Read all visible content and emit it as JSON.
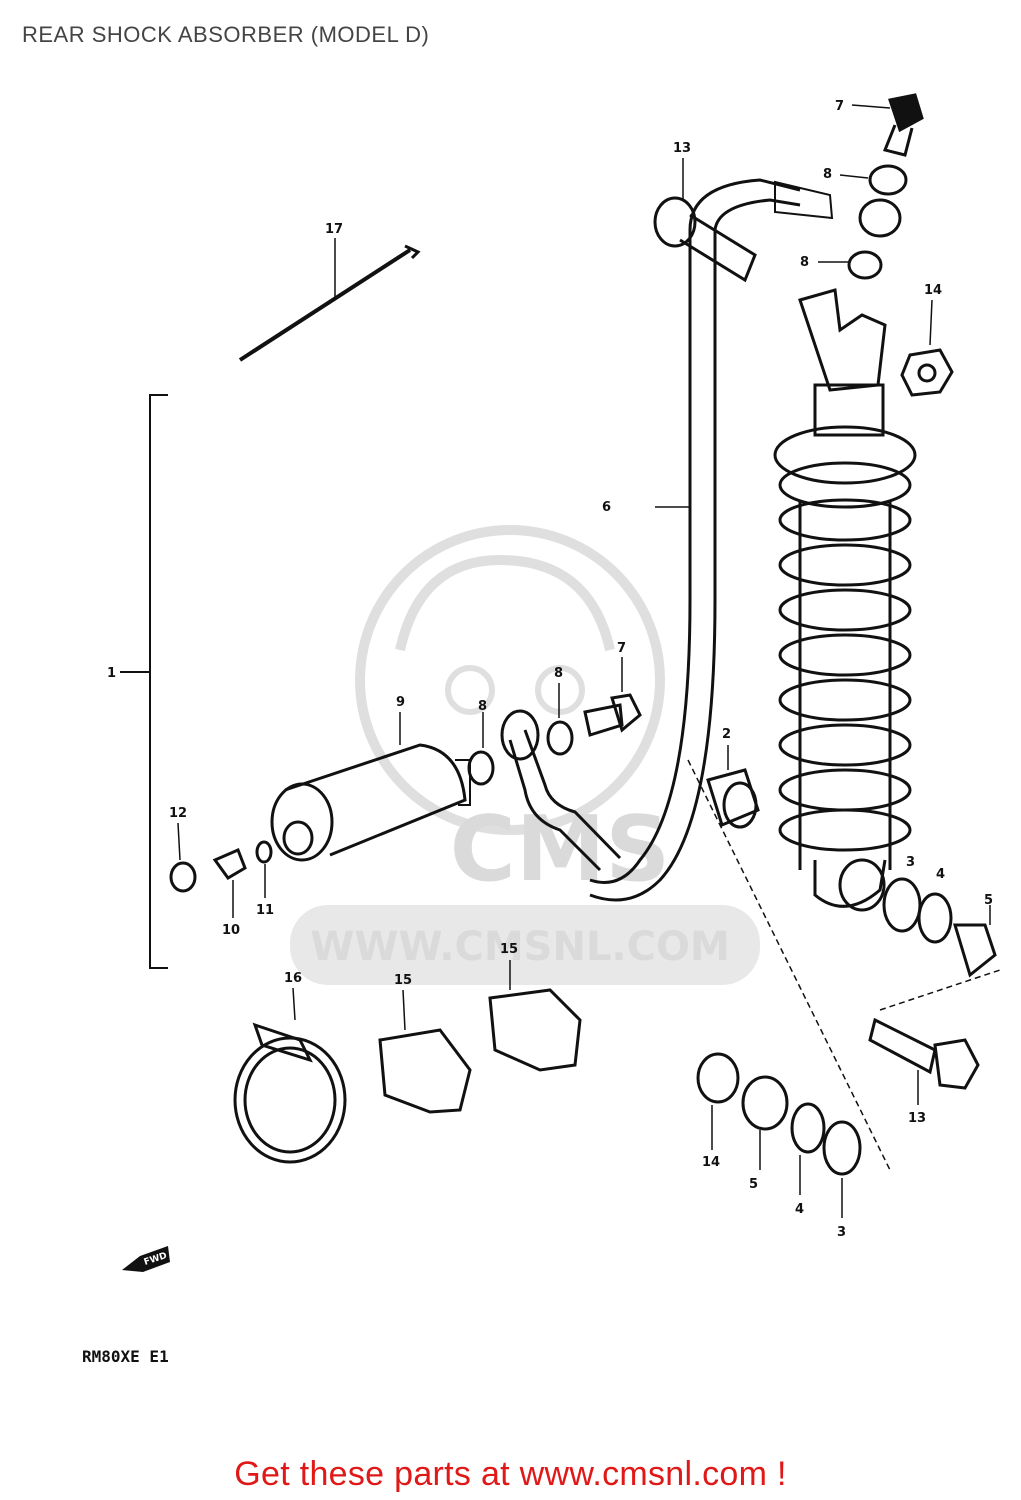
{
  "page": {
    "title": "REAR SHOCK ABSORBER (MODEL D)",
    "footer_link": "Get these parts at www.cmsnl.com !"
  },
  "diagram": {
    "drawing_code": "RM80XE E1",
    "direction_marker": "FWD",
    "watermark": "WWW.CMSNL.COM",
    "callouts": [
      {
        "id": "c7a",
        "text": "7"
      },
      {
        "id": "c13a",
        "text": "13"
      },
      {
        "id": "c8a",
        "text": "8"
      },
      {
        "id": "c8b",
        "text": "8"
      },
      {
        "id": "c17",
        "text": "17"
      },
      {
        "id": "c14a",
        "text": "14"
      },
      {
        "id": "c6",
        "text": "6"
      },
      {
        "id": "c1",
        "text": "1"
      },
      {
        "id": "c9",
        "text": "9"
      },
      {
        "id": "c8c",
        "text": "8"
      },
      {
        "id": "c8d",
        "text": "8"
      },
      {
        "id": "c7b",
        "text": "7"
      },
      {
        "id": "c2",
        "text": "2"
      },
      {
        "id": "c12",
        "text": "12"
      },
      {
        "id": "c10",
        "text": "10"
      },
      {
        "id": "c11",
        "text": "11"
      },
      {
        "id": "c3a",
        "text": "3"
      },
      {
        "id": "c4a",
        "text": "4"
      },
      {
        "id": "c5a",
        "text": "5"
      },
      {
        "id": "c16",
        "text": "16"
      },
      {
        "id": "c15a",
        "text": "15"
      },
      {
        "id": "c15b",
        "text": "15"
      },
      {
        "id": "c13b",
        "text": "13"
      },
      {
        "id": "c14b",
        "text": "14"
      },
      {
        "id": "c5b",
        "text": "5"
      },
      {
        "id": "c4b",
        "text": "4"
      },
      {
        "id": "c3b",
        "text": "3"
      }
    ]
  },
  "colors": {
    "link_red": "#e01818",
    "title_gray": "#444444",
    "line_black": "#111111",
    "watermark_gray": "#d6d6d6"
  }
}
